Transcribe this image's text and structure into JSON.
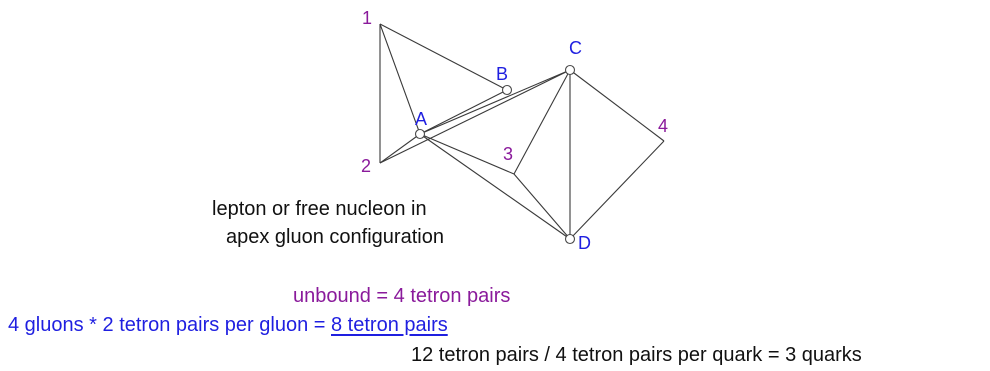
{
  "diagram": {
    "vertex_labels": {
      "v1": "1",
      "v2": "2",
      "v3": "3",
      "v4": "4",
      "A": "A",
      "B": "B",
      "C": "C",
      "D": "D"
    },
    "caption_line1": "lepton or free nucleon in",
    "caption_line2": "apex gluon configuration"
  },
  "equations": {
    "unbound": "unbound = 4 tetron pairs",
    "gluons_prefix": "4 gluons * 2 tetron pairs per gluon = ",
    "gluons_result": "8 tetron pairs",
    "quarks": "12 tetron pairs / 4 tetron pairs per quark = 3 quarks"
  },
  "colors": {
    "purple": "#8a1a9b",
    "blue": "#1f1fe0",
    "black": "#111111"
  }
}
